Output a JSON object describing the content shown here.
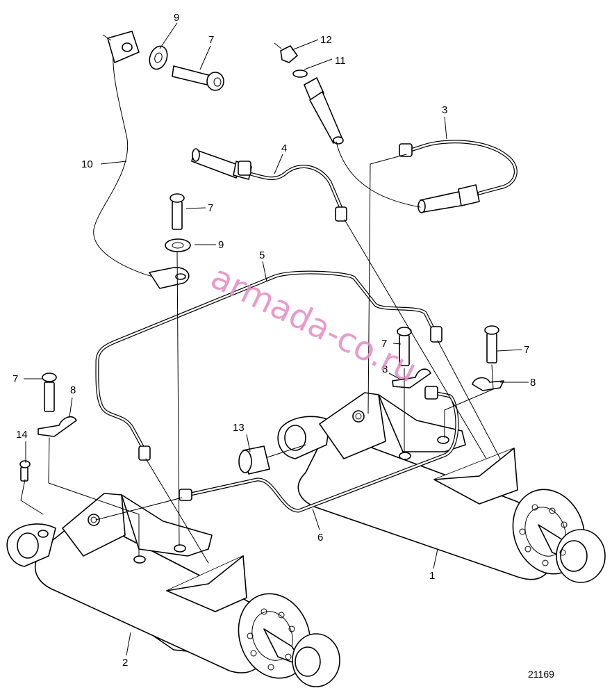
{
  "callouts": {
    "c1": "1",
    "c2": "2",
    "c3": "3",
    "c4": "4",
    "c5": "5",
    "c6": "6",
    "c7a": "7",
    "c7b": "7",
    "c7c": "7",
    "c7d": "7",
    "c7e": "7",
    "c8a": "8",
    "c8b": "8",
    "c8c": "8",
    "c9a": "9",
    "c9b": "9",
    "c10": "10",
    "c11": "11",
    "c12": "12",
    "c13": "13",
    "c14": "14"
  },
  "watermark": "armada-co.ru",
  "figure_number": "21169"
}
